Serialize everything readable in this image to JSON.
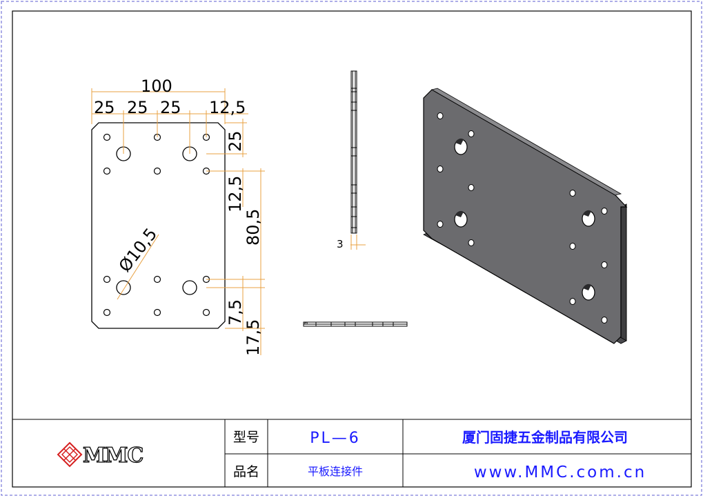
{
  "drawing": {
    "dimensions": {
      "overall_width": "100",
      "pitch_1": "25",
      "pitch_2": "25",
      "pitch_3": "25",
      "edge_offset": "12,5",
      "top_offset": "25",
      "mid_offset": "12,5",
      "span_vertical": "80,5",
      "hole_diameter": "Ø10,5",
      "bottom_offset_1": "7,5",
      "bottom_offset_2": "17,5",
      "thickness": "3",
      "thickness_small": "3"
    }
  },
  "title_block": {
    "logo_text": "MMC",
    "model_label": "型号",
    "model_value": "PL—6",
    "name_label": "品名",
    "name_value": "平板连接件",
    "company": "厦门固捷五金制品有限公司",
    "website": "www.MMC.com.cn"
  },
  "colors": {
    "dimension_orange": "#e8a040",
    "text_blue": "#1a1aff",
    "plate_3d": "#6b6b6e"
  }
}
